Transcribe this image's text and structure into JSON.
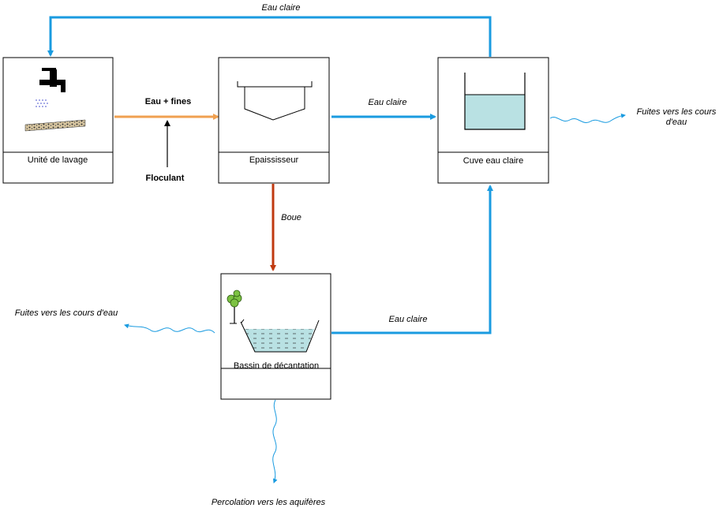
{
  "colors": {
    "clear_water": "#1a9be0",
    "fines": "#f0a050",
    "sludge": "#c03a10",
    "water_fill": "#b9e1e3",
    "leak_line": "#1a9be0"
  },
  "units": {
    "washing": {
      "label": "Unité de lavage",
      "icon": "faucet-icon"
    },
    "thickener": {
      "label": "Epaississeur",
      "icon": "thickener-tank-icon"
    },
    "clear_tank": {
      "label": "Cuve eau claire",
      "icon": "water-tank-icon"
    },
    "basin": {
      "label": "Bassin de décantation",
      "icon": "settling-basin-icon"
    }
  },
  "flows": {
    "recycle_top": "Eau claire",
    "water_fines": "Eau + fines",
    "flocculant": "Floculant",
    "thickener_to_tank": "Eau claire",
    "sludge": "Boue",
    "basin_to_tank": "Eau claire"
  },
  "leaks": {
    "tank_leak_line1": "Fuites vers les cours",
    "tank_leak_line2": "d'eau",
    "basin_leak": "Fuites vers les cours d'eau",
    "percolation": "Percolation vers les aquifères"
  }
}
